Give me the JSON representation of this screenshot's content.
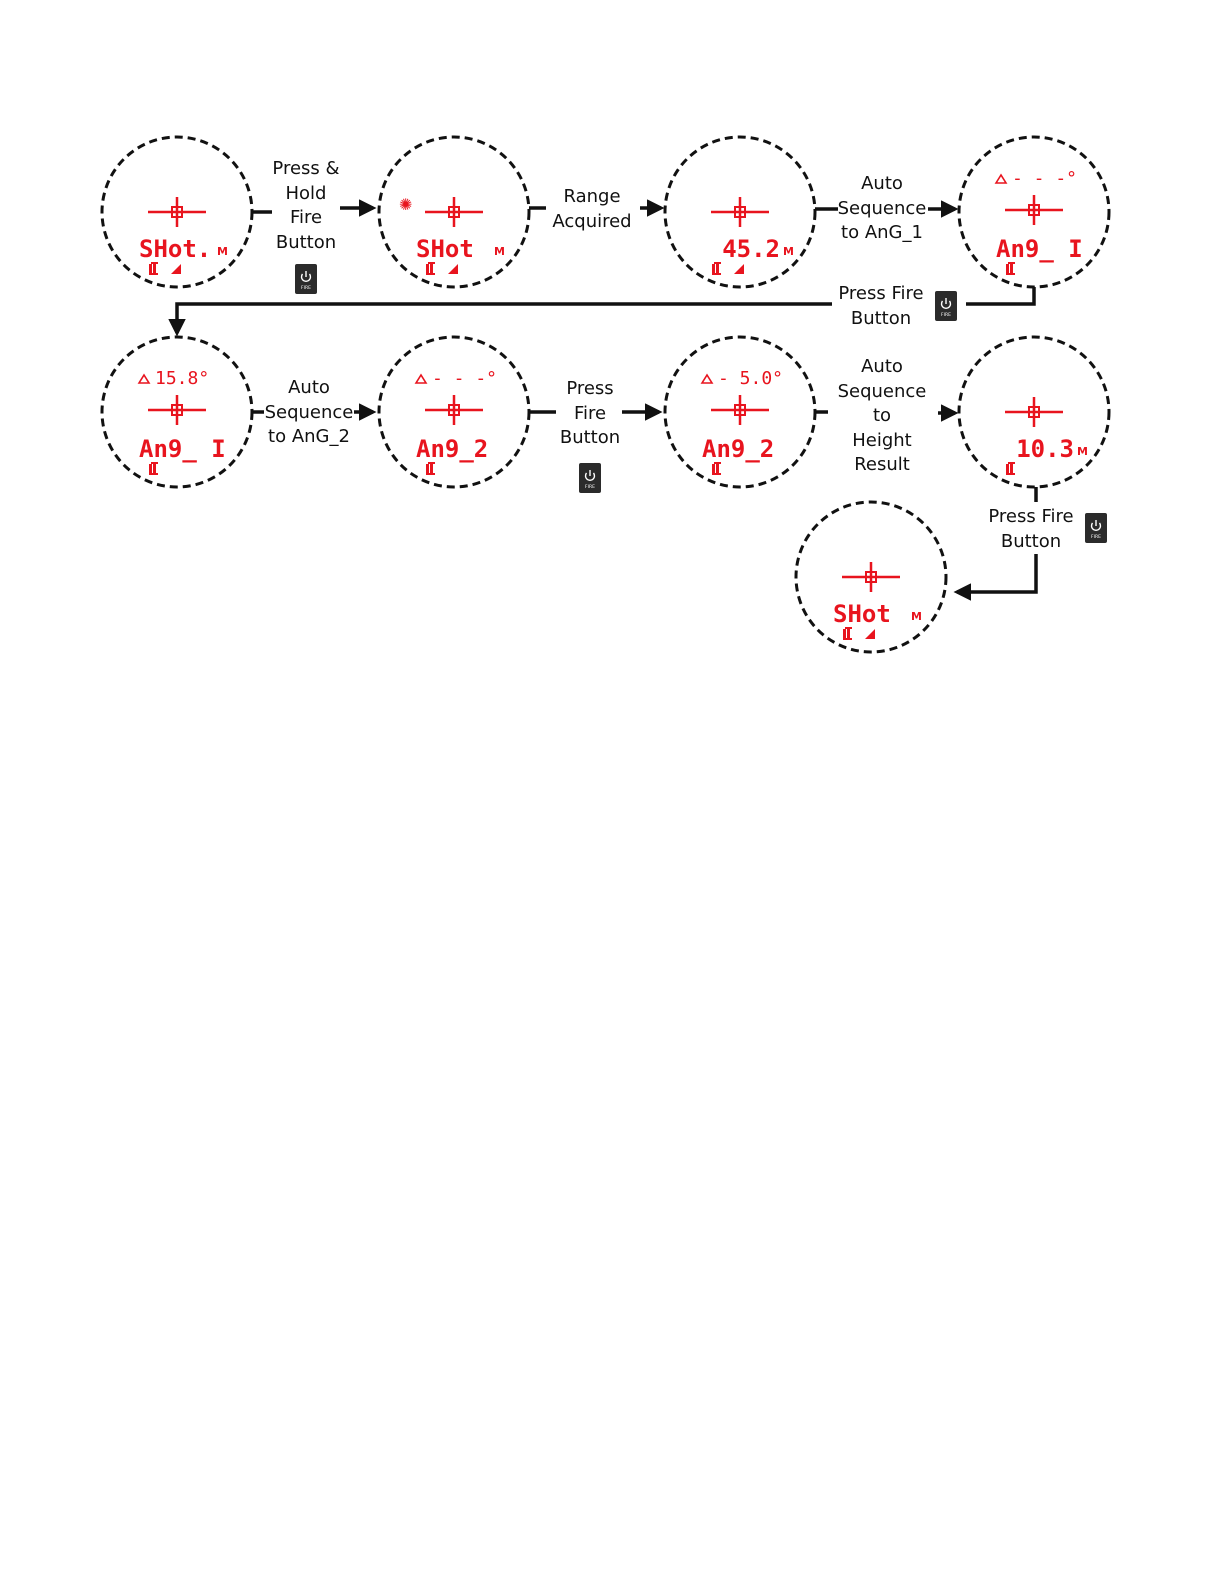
{
  "colors": {
    "display": "#e8141e",
    "ink": "#111111",
    "button": "#2b2b2b"
  },
  "displays": [
    {
      "id": "d1",
      "main": "SHot.",
      "unit": "M",
      "top": "",
      "icons": [
        "tilt-icon",
        "slope-icon"
      ]
    },
    {
      "id": "d2",
      "main": "SHot",
      "unit": "M",
      "top": "",
      "laser": true,
      "icons": [
        "tilt-icon",
        "slope-icon"
      ]
    },
    {
      "id": "d3",
      "main": "45.2",
      "unit": "M",
      "top": "",
      "icons": [
        "tilt-icon",
        "slope-icon"
      ]
    },
    {
      "id": "d4",
      "main": "An9_ I",
      "unit": "",
      "top": "- - -°",
      "icons": [
        "tilt-icon"
      ]
    },
    {
      "id": "d5",
      "main": "An9_ I",
      "unit": "",
      "top": "15.8°",
      "icons": [
        "tilt-icon"
      ]
    },
    {
      "id": "d6",
      "main": "An9_2",
      "unit": "",
      "top": "- - -°",
      "icons": [
        "tilt-icon"
      ]
    },
    {
      "id": "d7",
      "main": "An9_2",
      "unit": "",
      "top": "- 5.0°",
      "icons": [
        "tilt-icon"
      ]
    },
    {
      "id": "d8",
      "main": "10.3",
      "unit": "M",
      "top": "",
      "icons": [
        "tilt-icon"
      ]
    },
    {
      "id": "d9",
      "main": "SHot",
      "unit": "M",
      "top": "",
      "icons": [
        "tilt-icon",
        "slope-icon"
      ]
    }
  ],
  "steps": [
    {
      "id": "s1",
      "lines": [
        "Press &",
        "Hold",
        "Fire",
        "Button"
      ],
      "button": true
    },
    {
      "id": "s2",
      "lines": [
        "Range",
        "Acquired"
      ],
      "button": false
    },
    {
      "id": "s3",
      "lines": [
        "Auto",
        "Sequence",
        "to AnG_1"
      ],
      "button": false
    },
    {
      "id": "s4",
      "lines": [
        "Press Fire",
        "Button"
      ],
      "button": true
    },
    {
      "id": "s5",
      "lines": [
        "Auto",
        "Sequence",
        "to AnG_2"
      ],
      "button": false
    },
    {
      "id": "s6",
      "lines": [
        "Press",
        "Fire",
        "Button"
      ],
      "button": true
    },
    {
      "id": "s7",
      "lines": [
        "Auto",
        "Sequence",
        "to",
        "Height",
        "Result"
      ],
      "button": false
    },
    {
      "id": "s8",
      "lines": [
        "Press Fire",
        "Button"
      ],
      "button": true
    }
  ],
  "fire_button": {
    "icon": "power-icon",
    "label": "FIRE"
  }
}
